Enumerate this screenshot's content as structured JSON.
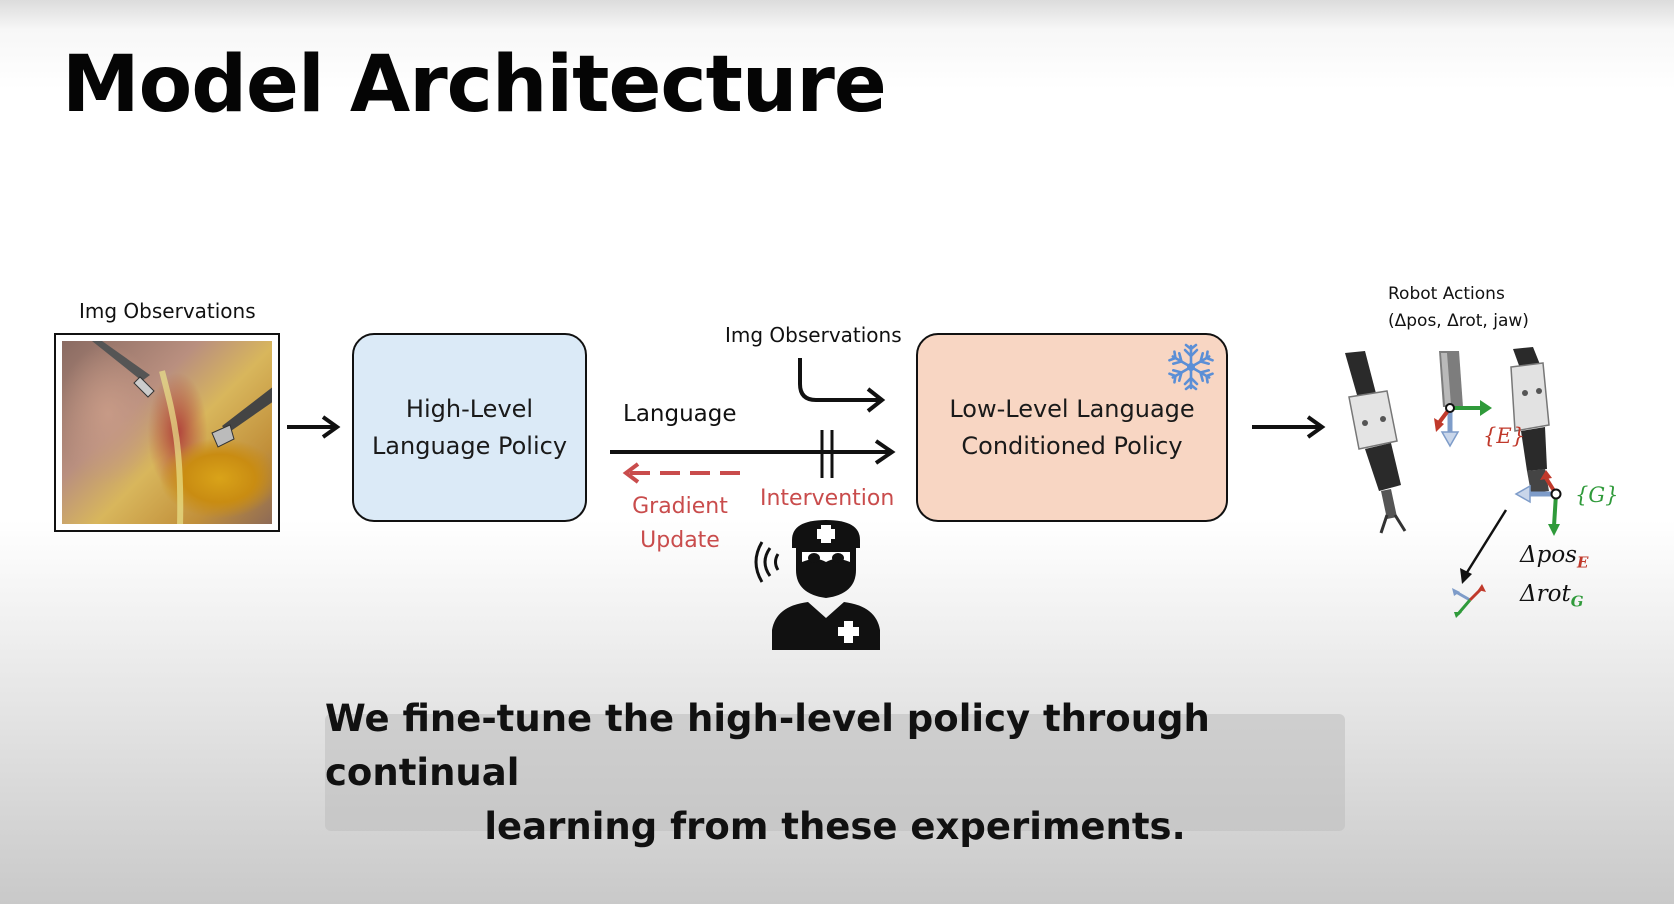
{
  "slide": {
    "title": "Model Architecture"
  },
  "diagram": {
    "input_label": "Img Observations",
    "high_level_box": {
      "line1": "High-Level",
      "line2": "Language Policy"
    },
    "language_label": "Language",
    "mid_obs_label": "Img Observations",
    "gradient_label": {
      "line1": "Gradient",
      "line2": "Update"
    },
    "intervention_label": "Intervention",
    "low_level_box": {
      "line1": "Low-Level Language",
      "line2": "Conditioned  Policy"
    },
    "robot_actions": {
      "line1": "Robot Actions",
      "line2": "(Δpos, Δrot, jaw)"
    },
    "frame_e": "{E}",
    "frame_g": "{G}",
    "delta_pos": {
      "text": "Δpos",
      "sub": "E"
    },
    "delta_rot": {
      "text": "Δrot",
      "sub": "G"
    },
    "colors": {
      "high_box": "#dbeaf7",
      "low_box": "#f8d6c3",
      "gradient_red": "#c94c4c",
      "snowflake": "#5b8fd6",
      "frame_e": "#c0392b",
      "frame_g": "#2f9a3a"
    },
    "icons": {
      "snowflake": "snowflake-icon",
      "surgeon": "surgeon-speaking-icon"
    }
  },
  "caption": {
    "line1": "We fine-tune the high-level policy through continual",
    "line2": "learning from these experiments."
  }
}
